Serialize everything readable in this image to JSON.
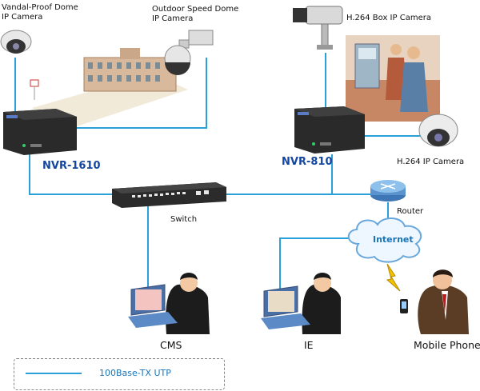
{
  "labels": {
    "vandal_cam": [
      "Vandal-Proof Dome",
      "IP Camera"
    ],
    "speed_dome": [
      "Outdoor Speed Dome",
      "IP Camera"
    ],
    "box_cam": "H.264 Box IP Camera",
    "h264_cam": "H.264 IP Camera",
    "nvr1610": "NVR-1610",
    "nvr810": "NVR-810",
    "switch": "Switch",
    "router": "Router",
    "internet": "Internet",
    "cms": "CMS",
    "ie": "IE",
    "mobile": "Mobile Phone"
  },
  "legend": {
    "line_label": "100Base-TX UTP",
    "line_color": "#29a0d8"
  },
  "colors": {
    "link": "#29a0d8",
    "nvr_label": "#1446a0",
    "device_dark": "#1e1e1e"
  }
}
